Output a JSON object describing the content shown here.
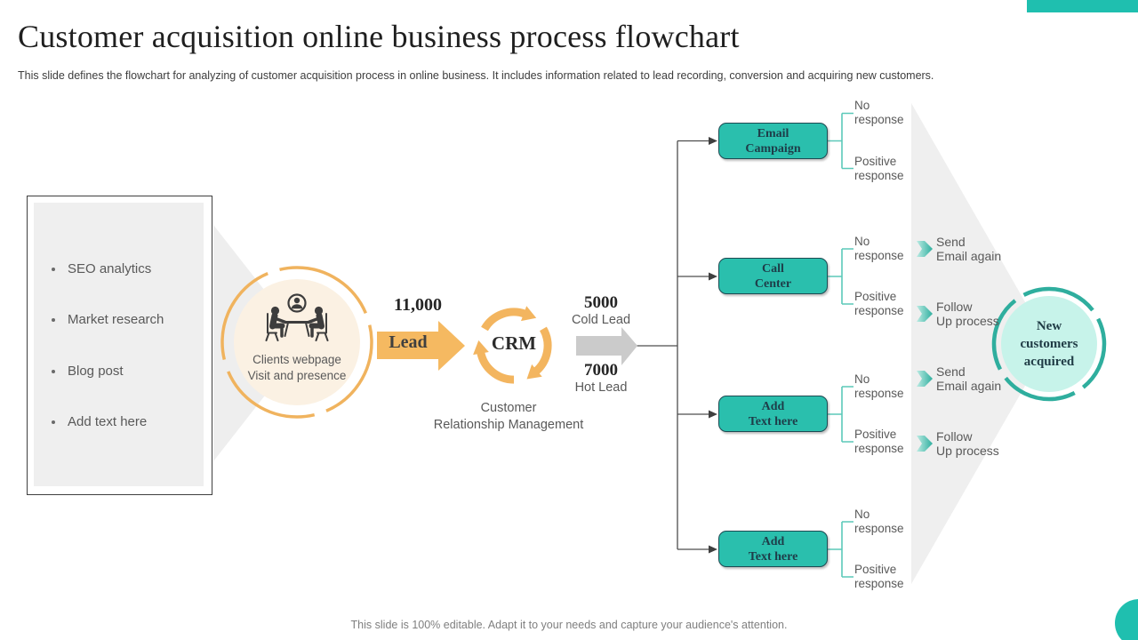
{
  "slide": {
    "title": "Customer acquisition online business process flowchart",
    "subtitle": "This slide defines the flowchart for analyzing of customer acquisition process in online business. It includes information related to lead recording, conversion and acquiring new customers.",
    "footer": "This slide is 100% editable. Adapt it to your needs and capture your audience's attention."
  },
  "colors": {
    "accent_teal": "#1FBFAF",
    "box_teal": "#2ABFAD",
    "ring_teal": "#2FAE9E",
    "mint_fill": "#C7F3EA",
    "orange": "#F3B55F",
    "cream_fill": "#FBF1E3",
    "gray_text": "#595959",
    "backdrop_gray": "#EFEFEF"
  },
  "left_panel": {
    "items": [
      "SEO analytics",
      "Market research",
      "Blog post",
      "Add text here"
    ]
  },
  "source": {
    "line1": "Clients webpage",
    "line2": "Visit and presence",
    "icon": "meeting-icon"
  },
  "lead": {
    "count": "11,000",
    "label": "Lead"
  },
  "crm": {
    "label": "CRM",
    "caption_line1": "Customer",
    "caption_line2": "Relationship Management",
    "icon": "cycle-arrows-icon"
  },
  "cold": {
    "count": "5000",
    "label": "Cold Lead"
  },
  "hot": {
    "count": "7000",
    "label": "Hot Lead"
  },
  "channels": [
    {
      "line1": "Email",
      "line2": "Campaign",
      "no": "No response",
      "positive": "Positive response"
    },
    {
      "line1": "Call",
      "line2": "Center",
      "no": "No response",
      "positive": "Positive response"
    },
    {
      "line1": "Add",
      "line2": "Text here",
      "no": "No response",
      "positive": "Positive response"
    },
    {
      "line1": "Add",
      "line2": "Text here",
      "no": "No response",
      "positive": "Positive response"
    }
  ],
  "outcomes": [
    {
      "line1": "Send",
      "line2": "Email again"
    },
    {
      "line1": "Follow",
      "line2": "Up process"
    },
    {
      "line1": "Send",
      "line2": "Email again"
    },
    {
      "line1": "Follow",
      "line2": "Up process"
    }
  ],
  "result": {
    "line1": "New",
    "line2": "customers",
    "line3": "acquired"
  }
}
